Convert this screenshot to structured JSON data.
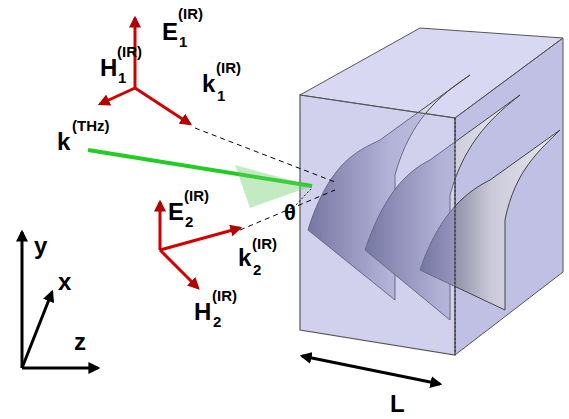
{
  "diagram": {
    "labels": [
      "E",
      "(IR)",
      "1",
      "H",
      "(IR)",
      "1",
      "k",
      "(IR)",
      "1",
      "k",
      "(THz)",
      "E",
      "(IR)",
      "2",
      "k",
      "(IR)",
      "2",
      "H",
      "(IR)",
      "2",
      "θ",
      "y",
      "x",
      "z",
      "L"
    ]
  }
}
